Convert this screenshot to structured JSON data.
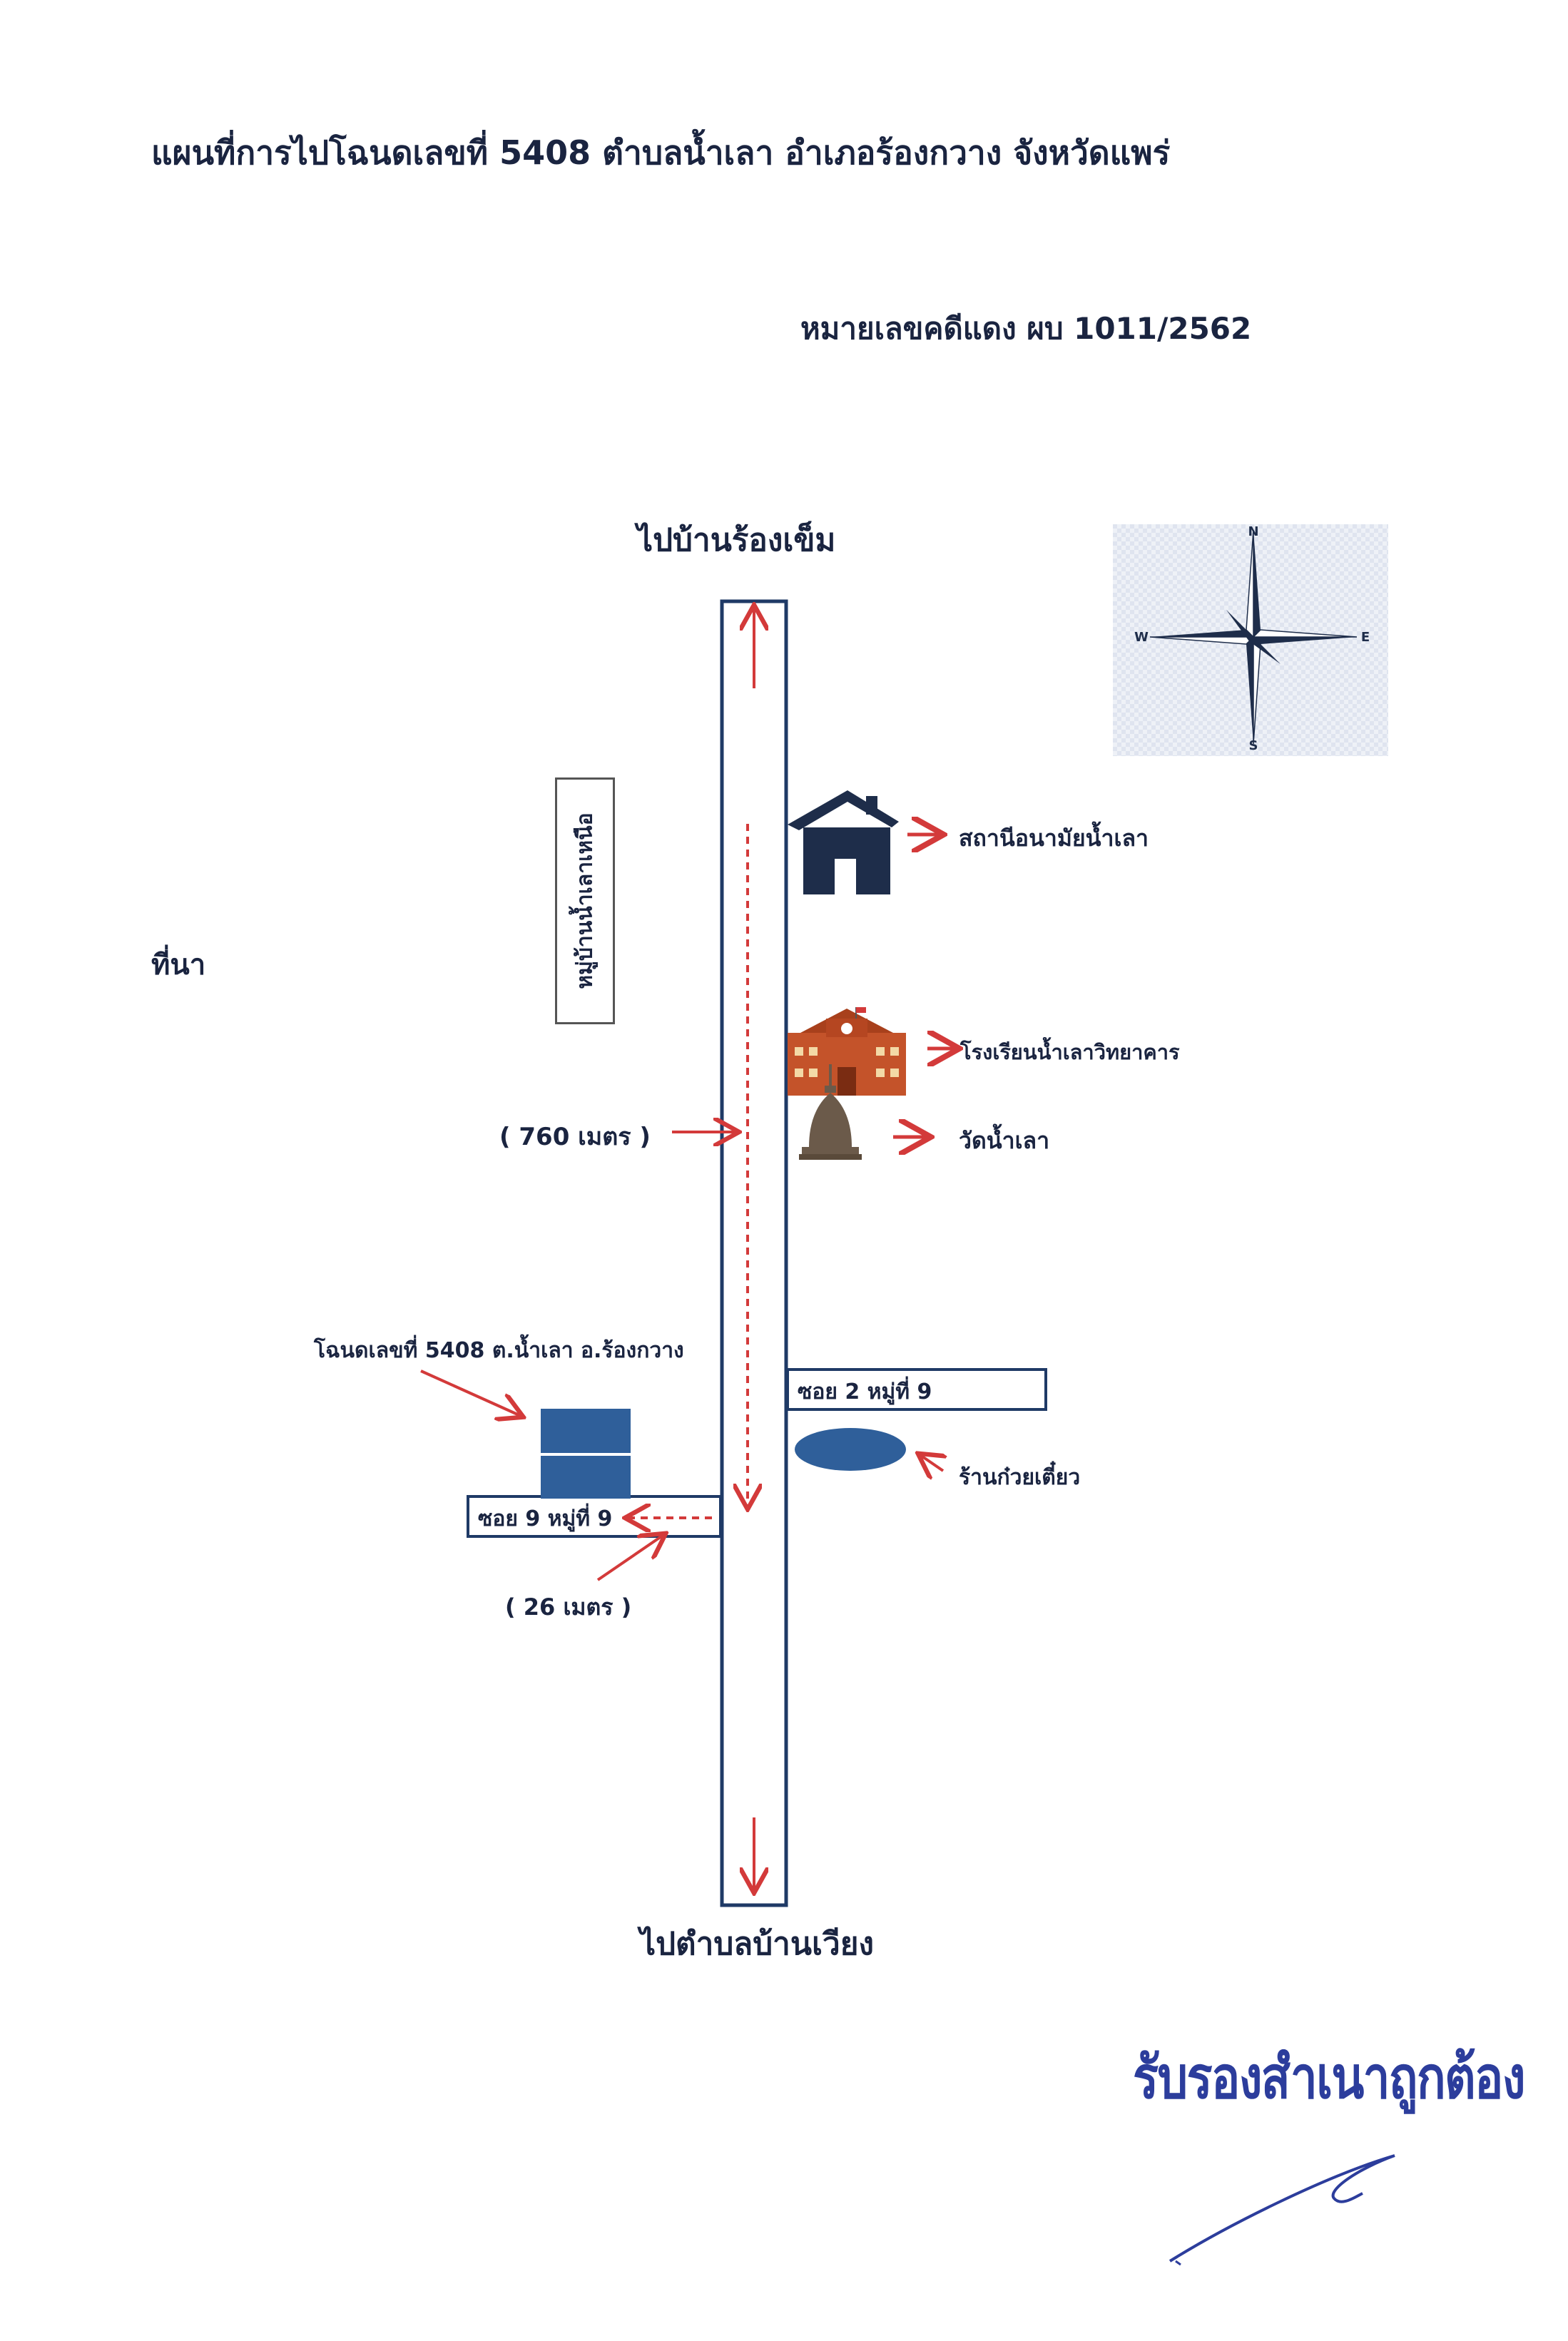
{
  "header": {
    "title": "แผนที่การไปโฉนดเลขที่  5408  ตำบลน้ำเลา อำเภอร้องกวาง จังหวัดแพร่",
    "case_number": "หมายเลขคดีแดง ผบ 1011/2562"
  },
  "directions": {
    "north": "ไปบ้านร้องเข็ม",
    "south": "ไปตำบลบ้านเวียง"
  },
  "compass": {
    "n": "N",
    "s": "S",
    "e": "E",
    "w": "W"
  },
  "labels": {
    "field": "ที่นา",
    "village": "หมู่บ้านน้ำเลาเหนือ",
    "health_station": "สถานีอนามัยน้ำเลา",
    "school": "โรงเรียนน้ำเลาวิทยาคาร",
    "temple": "วัดน้ำเลา",
    "distance_main": "( 760 เมตร )",
    "deed": "โฉนดเลขที่ 5408 ต.น้ำเลา อ.ร้องกวาง",
    "soi2": "ซอย 2 หมู่ที่ 9",
    "noodle_shop": "ร้านก๋วยเตี๋ยว",
    "soi9": "ซอย 9 หมู่ที่ 9",
    "distance_soi": "( 26 เมตร )",
    "certification": "รับรองสำเนาถูกต้อง"
  },
  "colors": {
    "road_border": "#1f3a66",
    "arrow": "#d33a3a",
    "parcel": "#2f5f9a",
    "house": "#1e2d4a",
    "school": "#c4532a",
    "temple": "#6b5a4a",
    "certification": "#2c3d9c"
  }
}
